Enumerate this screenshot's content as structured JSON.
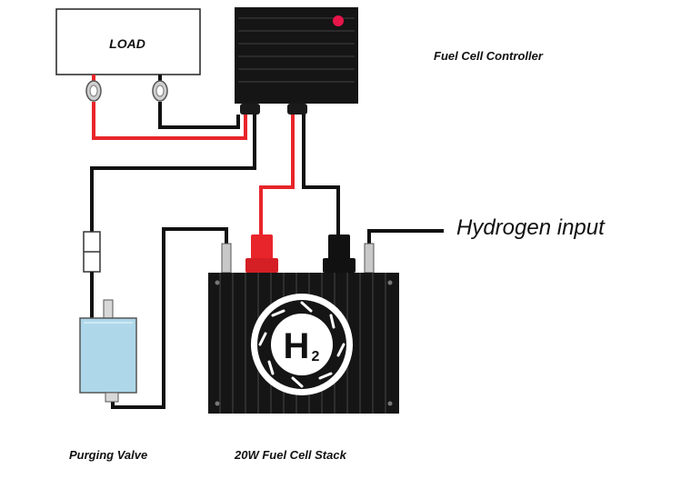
{
  "labels": {
    "load": "LOAD",
    "controller": "Fuel Cell Controller",
    "hydrogen_input": "Hydrogen input",
    "purging_valve": "Purging Valve",
    "stack": "20W Fuel Cell Stack",
    "h2_main": "H",
    "h2_sub": "2"
  },
  "colors": {
    "wire_red": "#e8252b",
    "wire_black": "#111111",
    "body_dark": "#151515",
    "valve_blue": "#aed8ea",
    "led_red": "#e8154a"
  }
}
